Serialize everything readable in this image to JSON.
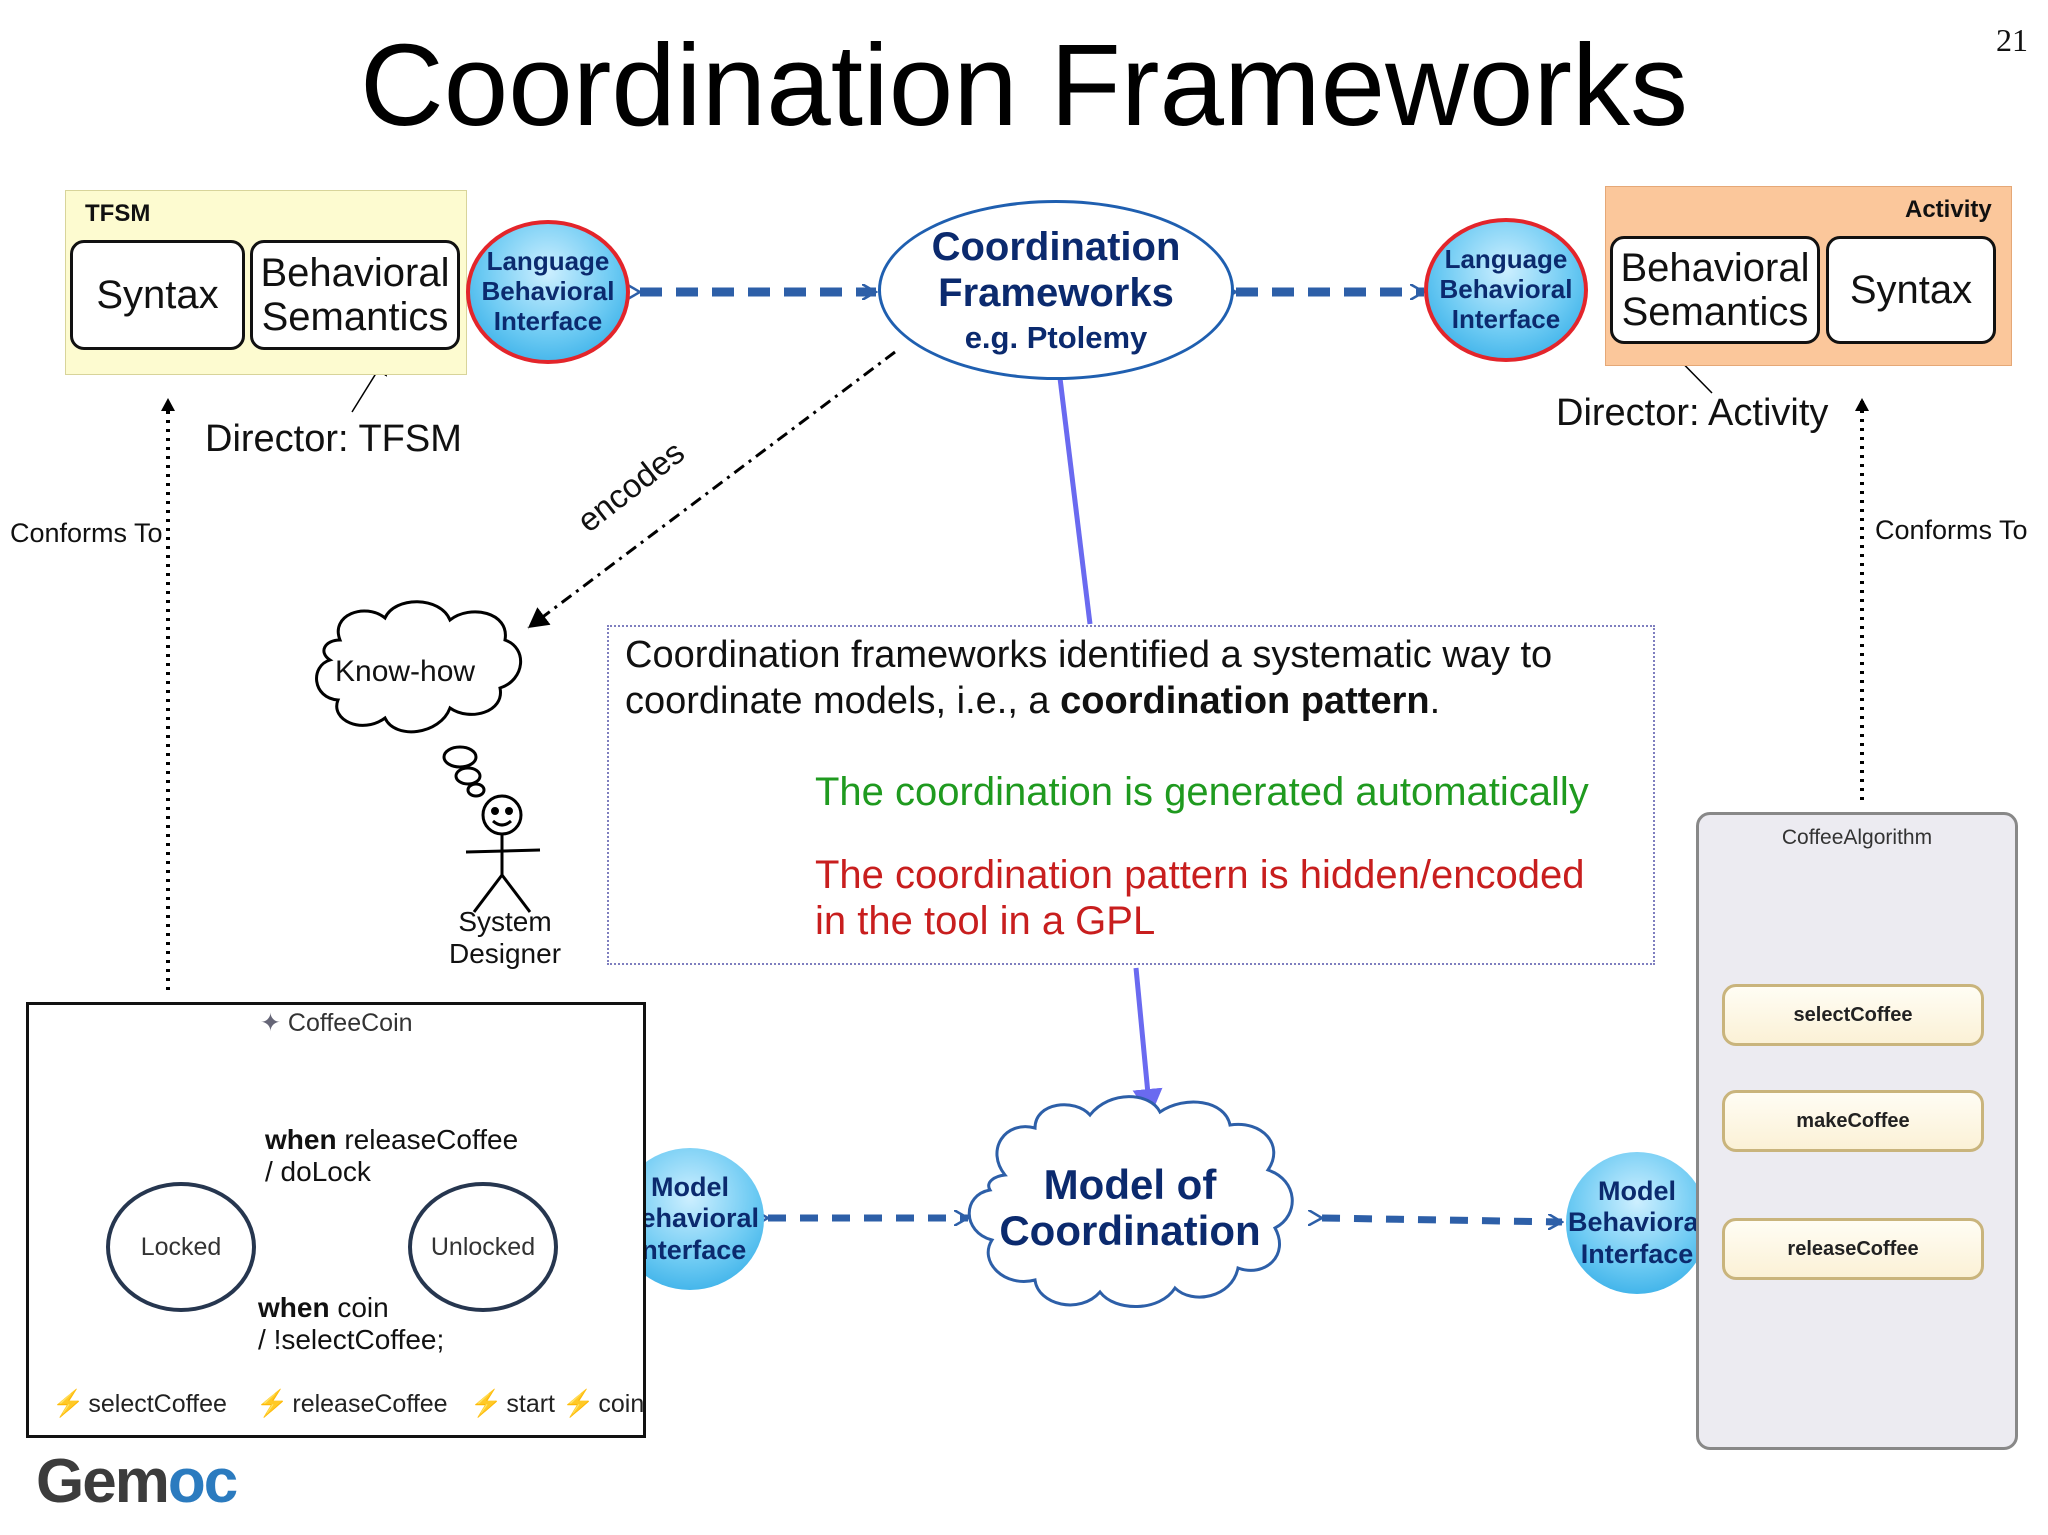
{
  "title": "Coordination Frameworks",
  "page_number": "21",
  "tfsm_panel": {
    "label": "TFSM",
    "syntax": "Syntax",
    "semantics_line1": "Behavioral",
    "semantics_line2": "Semantics",
    "color": "#fdfbd0"
  },
  "activity_panel": {
    "label": "Activity",
    "syntax": "Syntax",
    "semantics_line1": "Behavioral",
    "semantics_line2": "Semantics",
    "color": "#fbc79b"
  },
  "lbi": {
    "line1": "Language",
    "line2": "Behavioral",
    "line3": "Interface",
    "border_color": "#e3252b"
  },
  "mbi": {
    "line1": "Model",
    "line2": "Behavioral",
    "line3": "Interface"
  },
  "coordination_frameworks": {
    "line1": "Coordination",
    "line2": "Frameworks",
    "line3": "e.g. Ptolemy"
  },
  "director_tfsm": "Director: TFSM",
  "director_activity": "Director: Activity",
  "conforms_to": "Conforms To",
  "encodes": "encodes",
  "know_how": "Know-how",
  "system_designer": {
    "line1": "System",
    "line2": "Designer"
  },
  "note": {
    "text_part1": "Coordination frameworks identified a systematic way to coordinate models, i.e., a ",
    "text_bold": "coordination pattern",
    "text_end": ".",
    "good": "The coordination is generated automatically",
    "bad_line1": "The coordination pattern is hidden/encoded",
    "bad_line2": "in the tool in a GPL",
    "good_color": "#1f9a1f",
    "bad_color": "#c81e1e"
  },
  "model_of_coordination": {
    "line1": "Model of",
    "line2": "Coordination"
  },
  "coffee_coin": {
    "title": "CoffeeCoin",
    "state_locked": "Locked",
    "state_unlocked": "Unlocked",
    "t1_when": "when",
    "t1_event": " releaseCoffee",
    "t1_action": "/ doLock",
    "t2_when": "when",
    "t2_event": " coin",
    "t2_slash": "/ ",
    "t2_action": "!selectCoffee;",
    "events": [
      "selectCoffee",
      "releaseCoffee",
      "start",
      "coin"
    ]
  },
  "coffee_algorithm": {
    "title": "CoffeeAlgorithm",
    "actions": [
      "selectCoffee",
      "makeCoffee",
      "releaseCoffee"
    ]
  },
  "logo": {
    "part1": "Gem",
    "part2": "oc"
  }
}
